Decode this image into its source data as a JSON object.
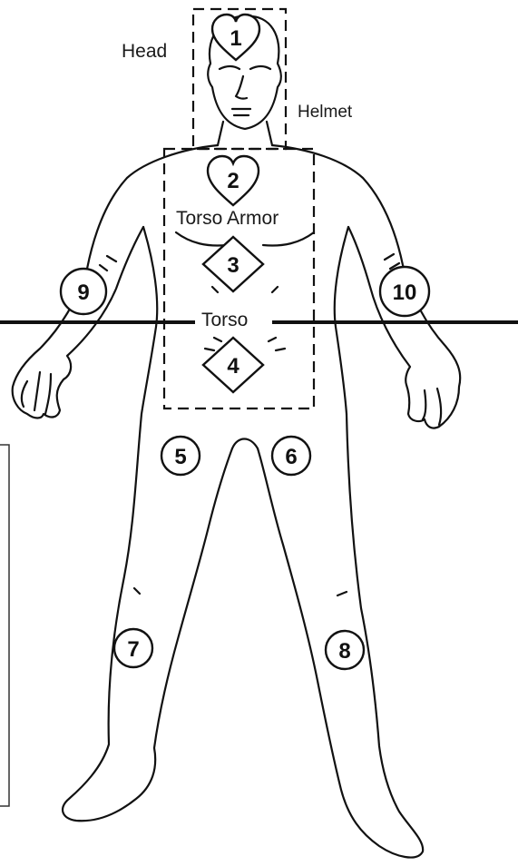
{
  "labels": {
    "head": "Head",
    "helmet": "Helmet",
    "torso_armor": "Torso Armor",
    "torso": "Torso"
  },
  "locations": [
    {
      "id": "1",
      "shape": "heart"
    },
    {
      "id": "2",
      "shape": "heart"
    },
    {
      "id": "3",
      "shape": "diamond"
    },
    {
      "id": "4",
      "shape": "diamond"
    },
    {
      "id": "5",
      "shape": "circle"
    },
    {
      "id": "6",
      "shape": "circle"
    },
    {
      "id": "7",
      "shape": "circle"
    },
    {
      "id": "8",
      "shape": "circle"
    },
    {
      "id": "9",
      "shape": "circle"
    },
    {
      "id": "10",
      "shape": "circle"
    }
  ],
  "colors": {
    "ink": "#111111",
    "paper": "#ffffff"
  }
}
